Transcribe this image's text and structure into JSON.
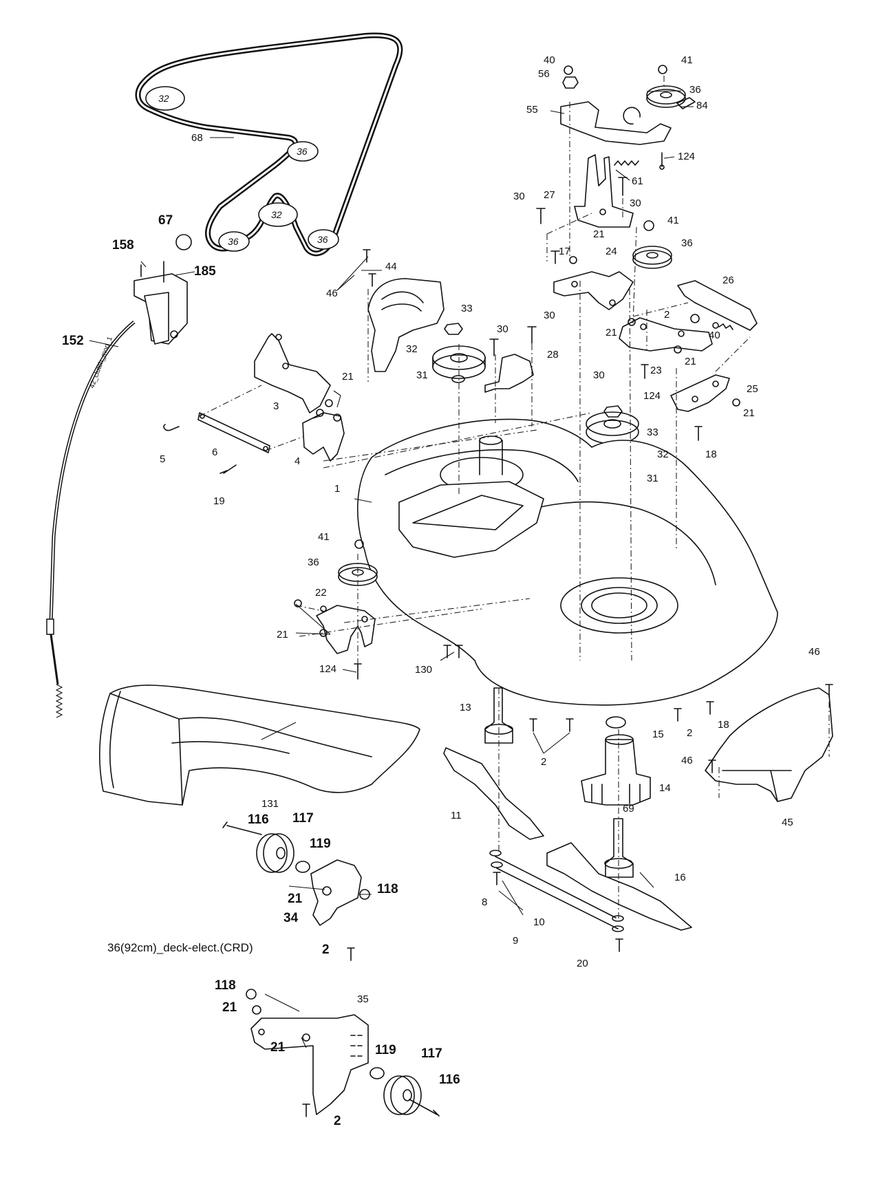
{
  "diagram_caption": "36(92cm)_deck-elect.(CRD)",
  "cable_label": "42_clutch_mod_1",
  "belt_pulley_labels": [
    "32",
    "36",
    "32",
    "36",
    "36"
  ],
  "callouts": {
    "c40a": "40",
    "c56": "56",
    "c41a": "41",
    "c36a": "36",
    "c84": "84",
    "c55": "55",
    "c124a": "124",
    "c61": "61",
    "c30a": "30",
    "c27": "27",
    "c30b": "30",
    "c41b": "41",
    "c36b": "36",
    "c17": "17",
    "c21a": "21",
    "c24": "24",
    "c26": "26",
    "c2a": "2",
    "c40b": "40",
    "c21b": "21",
    "c23": "23",
    "c21c": "21",
    "c30c": "30",
    "c124b": "124",
    "c25": "25",
    "c21d": "21",
    "c18a": "18",
    "c33a": "33",
    "c32a": "32",
    "c31a": "31",
    "c44": "44",
    "c46a": "46",
    "c33b": "33",
    "c32b": "32",
    "c31b": "31",
    "c30d": "30",
    "c30e": "30",
    "c28": "28",
    "c68": "68",
    "c67": "67",
    "c158": "158",
    "c185": "185",
    "c152": "152",
    "c3": "3",
    "c21e": "21",
    "c5": "5",
    "c6": "6",
    "c4": "4",
    "c19": "19",
    "c1": "1",
    "c41c": "41",
    "c36c": "36",
    "c22": "22",
    "c21f": "21",
    "c124c": "124",
    "c130": "130",
    "c13": "13",
    "c2b": "2",
    "c2c": "2",
    "c18b": "18",
    "c15": "15",
    "c14": "14",
    "c46b": "46",
    "c46c": "46",
    "c45": "45",
    "c11": "11",
    "c69": "69",
    "c16": "16",
    "c8": "8",
    "c10": "10",
    "c9": "9",
    "c20": "20",
    "c131": "131",
    "c116a": "116",
    "c117a": "117",
    "c119a": "119",
    "c118a": "118",
    "c21g": "21",
    "c34": "34",
    "c2d": "2",
    "c118b": "118",
    "c21h": "21",
    "c35": "35",
    "c21i": "21",
    "c119b": "119",
    "c117b": "117",
    "c116b": "116",
    "c2e": "2"
  }
}
